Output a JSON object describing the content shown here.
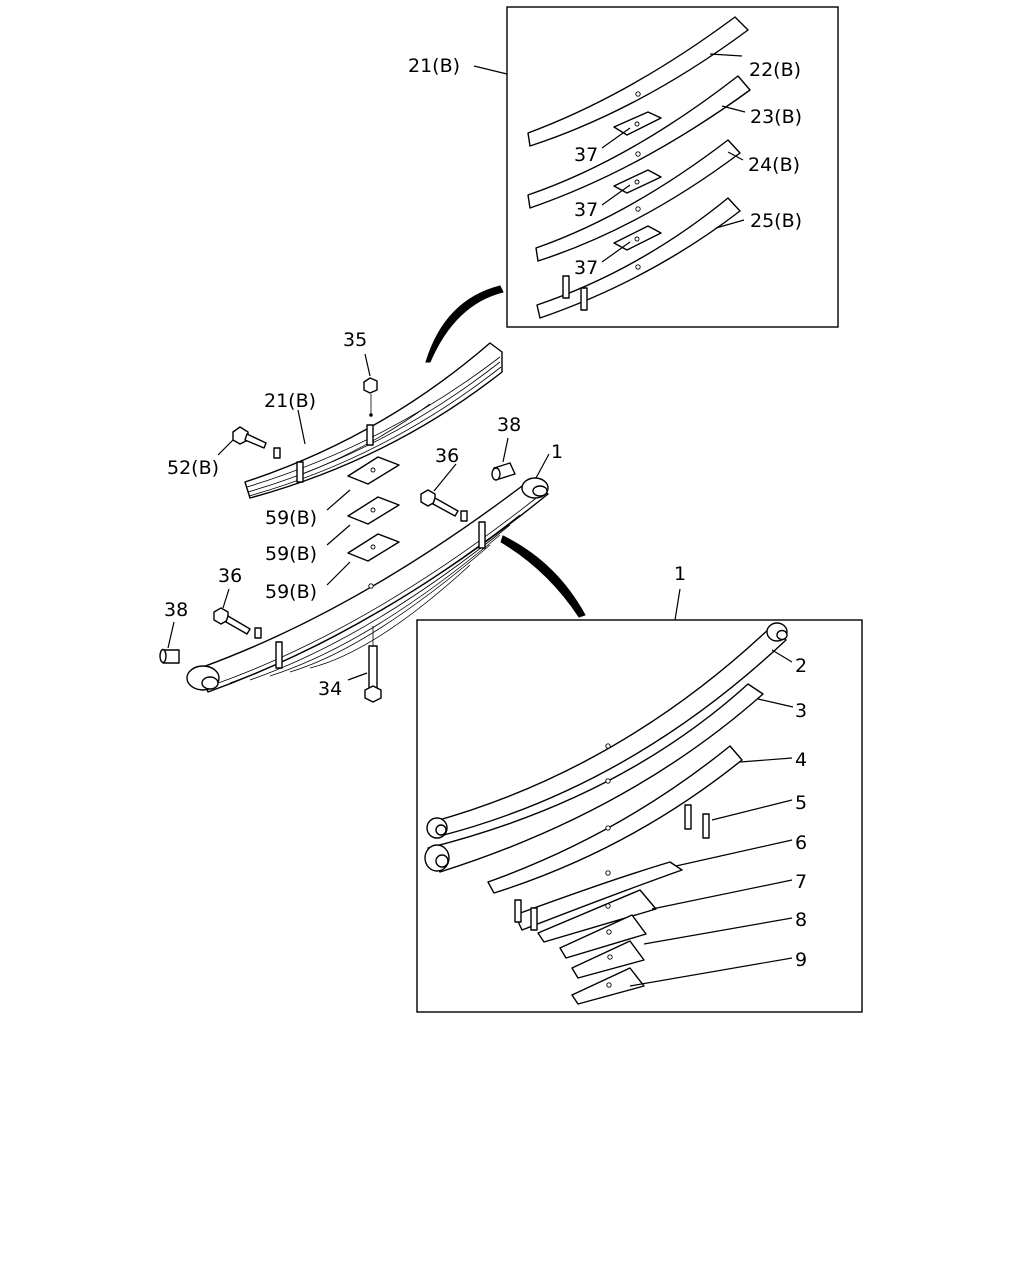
{
  "labels": {
    "top_box_ref": "21(B)",
    "leaf_22": "22(B)",
    "leaf_23": "23(B)",
    "leaf_24": "24(B)",
    "leaf_25": "25(B)",
    "pad_37_a": "37",
    "pad_37_b": "37",
    "pad_37_c": "37",
    "nut_35": "35",
    "aux_spring_21": "21(B)",
    "bolt_52": "52(B)",
    "bush_38_right": "38",
    "bolt_36_right": "36",
    "spring_1": "1",
    "spacer_59_a": "59(B)",
    "spacer_59_b": "59(B)",
    "spacer_59_c": "59(B)",
    "bolt_36_left": "36",
    "bush_38_left": "38",
    "center_bolt_34": "34",
    "bottom_box_ref": "1",
    "leaf_2": "2",
    "leaf_3": "3",
    "leaf_4": "4",
    "clip_5": "5",
    "leaf_6": "6",
    "leaf_7": "7",
    "leaf_8": "8",
    "leaf_9": "9"
  }
}
